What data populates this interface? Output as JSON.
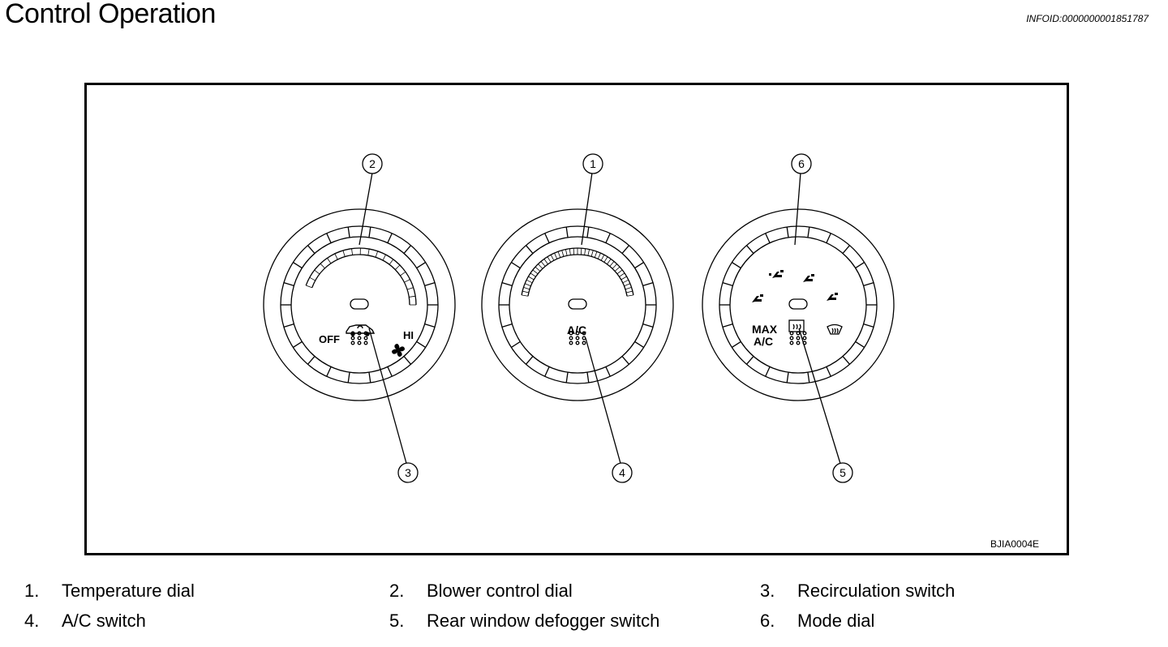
{
  "header": {
    "title": "Control Operation",
    "info_id": "INFOID:0000000001851787"
  },
  "figure": {
    "figure_id": "BJIA0004E",
    "callouts": [
      "1",
      "2",
      "3",
      "4",
      "5",
      "6"
    ],
    "dial_labels": {
      "blower_off": "OFF",
      "blower_hi": "HI",
      "ac": "A/C",
      "max": "MAX",
      "max_ac": "A/C"
    },
    "icons": {
      "recirculation": "car-recirculation-icon",
      "fan": "fan-icon",
      "rear_defogger": "rear-defogger-icon",
      "front_defrost": "windshield-defrost-icon",
      "vent": "vent-mode-icon"
    }
  },
  "legend": [
    {
      "num": "1.",
      "text": "Temperature dial"
    },
    {
      "num": "2.",
      "text": "Blower control dial"
    },
    {
      "num": "3.",
      "text": "Recirculation switch"
    },
    {
      "num": "4.",
      "text": "A/C switch"
    },
    {
      "num": "5.",
      "text": "Rear window defogger switch"
    },
    {
      "num": "6.",
      "text": "Mode dial"
    }
  ]
}
